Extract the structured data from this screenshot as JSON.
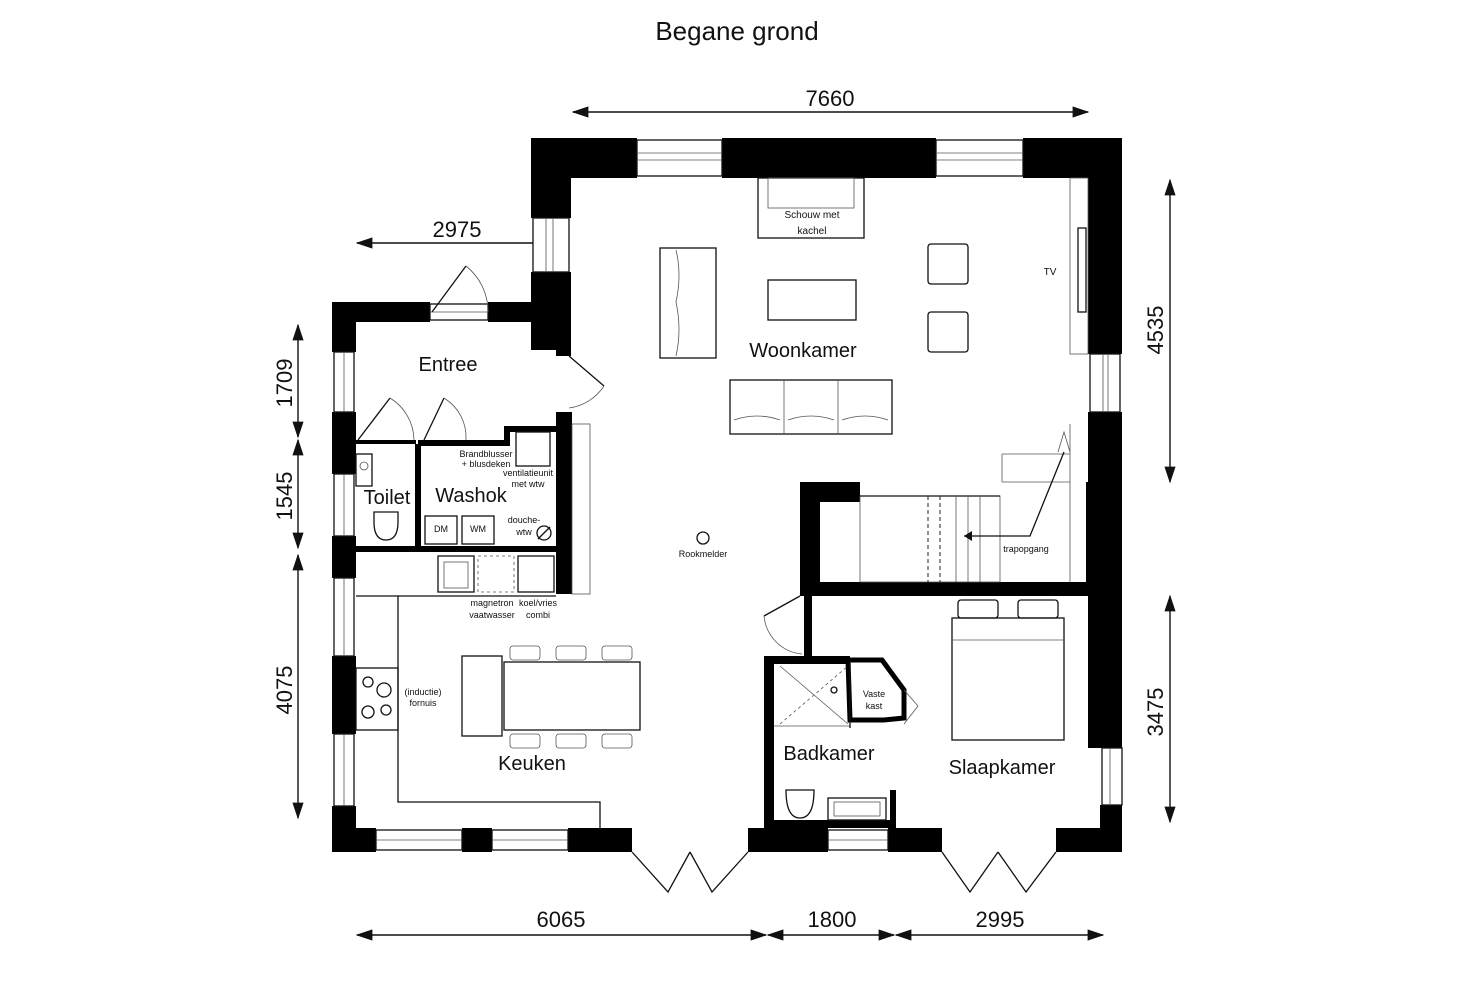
{
  "title": "Begane grond",
  "dimensions": {
    "top": "7660",
    "top_left": "2975",
    "right_top": "4535",
    "right_bottom": "3475",
    "left_1": "1709",
    "left_2": "1545",
    "left_3": "4075",
    "bottom_1": "6065",
    "bottom_2": "1800",
    "bottom_3": "2995"
  },
  "rooms": {
    "woonkamer": "Woonkamer",
    "entree": "Entree",
    "toilet": "Toilet",
    "washok": "Washok",
    "keuken": "Keuken",
    "badkamer": "Badkamer",
    "slaapkamer": "Slaapkamer"
  },
  "labels": {
    "schouw_1": "Schouw met",
    "schouw_2": "kachel",
    "tv": "TV",
    "brandblusser_1": "Brandblusser",
    "brandblusser_2": "+ blusdeken",
    "ventilatie_1": "ventilatieunit",
    "ventilatie_2": "met wtw",
    "dm": "DM",
    "wm": "WM",
    "douche_wtw_1": "douche-",
    "douche_wtw_2": "wtw",
    "rookmelder": "Rookmelder",
    "trapopgang": "trapopgang",
    "magnetron": "magnetron",
    "vaatwasser": "vaatwasser",
    "koelvries_1": "koel/vries",
    "koelvries_2": "combi",
    "inductie_1": "(inductie)",
    "inductie_2": "fornuis",
    "vaste_kast_1": "Vaste",
    "vaste_kast_2": "kast"
  }
}
